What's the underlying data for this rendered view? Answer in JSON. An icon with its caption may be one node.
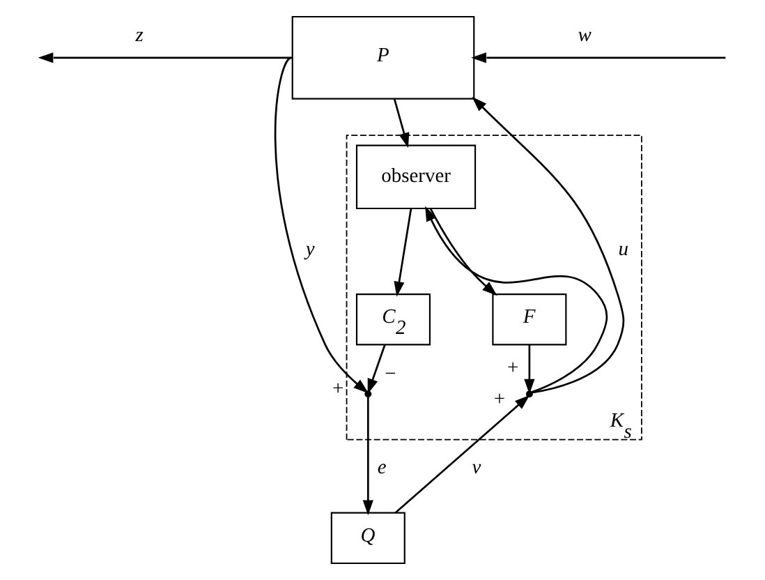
{
  "diagram": {
    "nodes": [
      {
        "text": [
          "P"
        ]
      },
      {
        "text": [
          "K$_{s}$"
        ]
      },
      {
        "text": [
          "observer"
        ],
        "in": 1
      },
      {
        "text": [],
        "shape": "point",
        "in": 1,
        "beside": [
          "+",
          "−"
        ]
      },
      {
        "text": [
          "C$_{2}$"
        ],
        "in": 1
      },
      {
        "text": [
          "F"
        ],
        "in": 1
      },
      {
        "text": [],
        "shape": "point",
        "in": 1,
        "beside": [
          "+",
          "+"
        ]
      },
      {
        "text": [
          "Q"
        ]
      }
    ],
    "edges": [
      {
        "from": 0,
        "to": null,
        "arrow": "to",
        "label": "z"
      },
      {
        "from": null,
        "to": 0,
        "arrow": "to",
        "label": "w"
      },
      {
        "from": 0,
        "to": 3,
        "arrow": "to",
        "label": "y"
      },
      {
        "from": 0,
        "to": 2,
        "arrow": "to"
      },
      {
        "from": 6,
        "to": 0,
        "arrow": "to",
        "label": "u"
      },
      {
        "from": 6,
        "to": 2,
        "arrow": "to"
      },
      {
        "from": 2,
        "to": 4,
        "arrow": "to"
      },
      {
        "from": 2,
        "to": 5,
        "arrow": "to"
      },
      {
        "from": 4,
        "to": 3,
        "arrow": "to"
      },
      {
        "from": 5,
        "to": 6,
        "arrow": "to"
      },
      {
        "from": 3,
        "to": 7,
        "arrow": "to",
        "label": "e"
      },
      {
        "from": 7,
        "to": 6,
        "arrow": "to",
        "label": "v"
      }
    ]
  }
}
